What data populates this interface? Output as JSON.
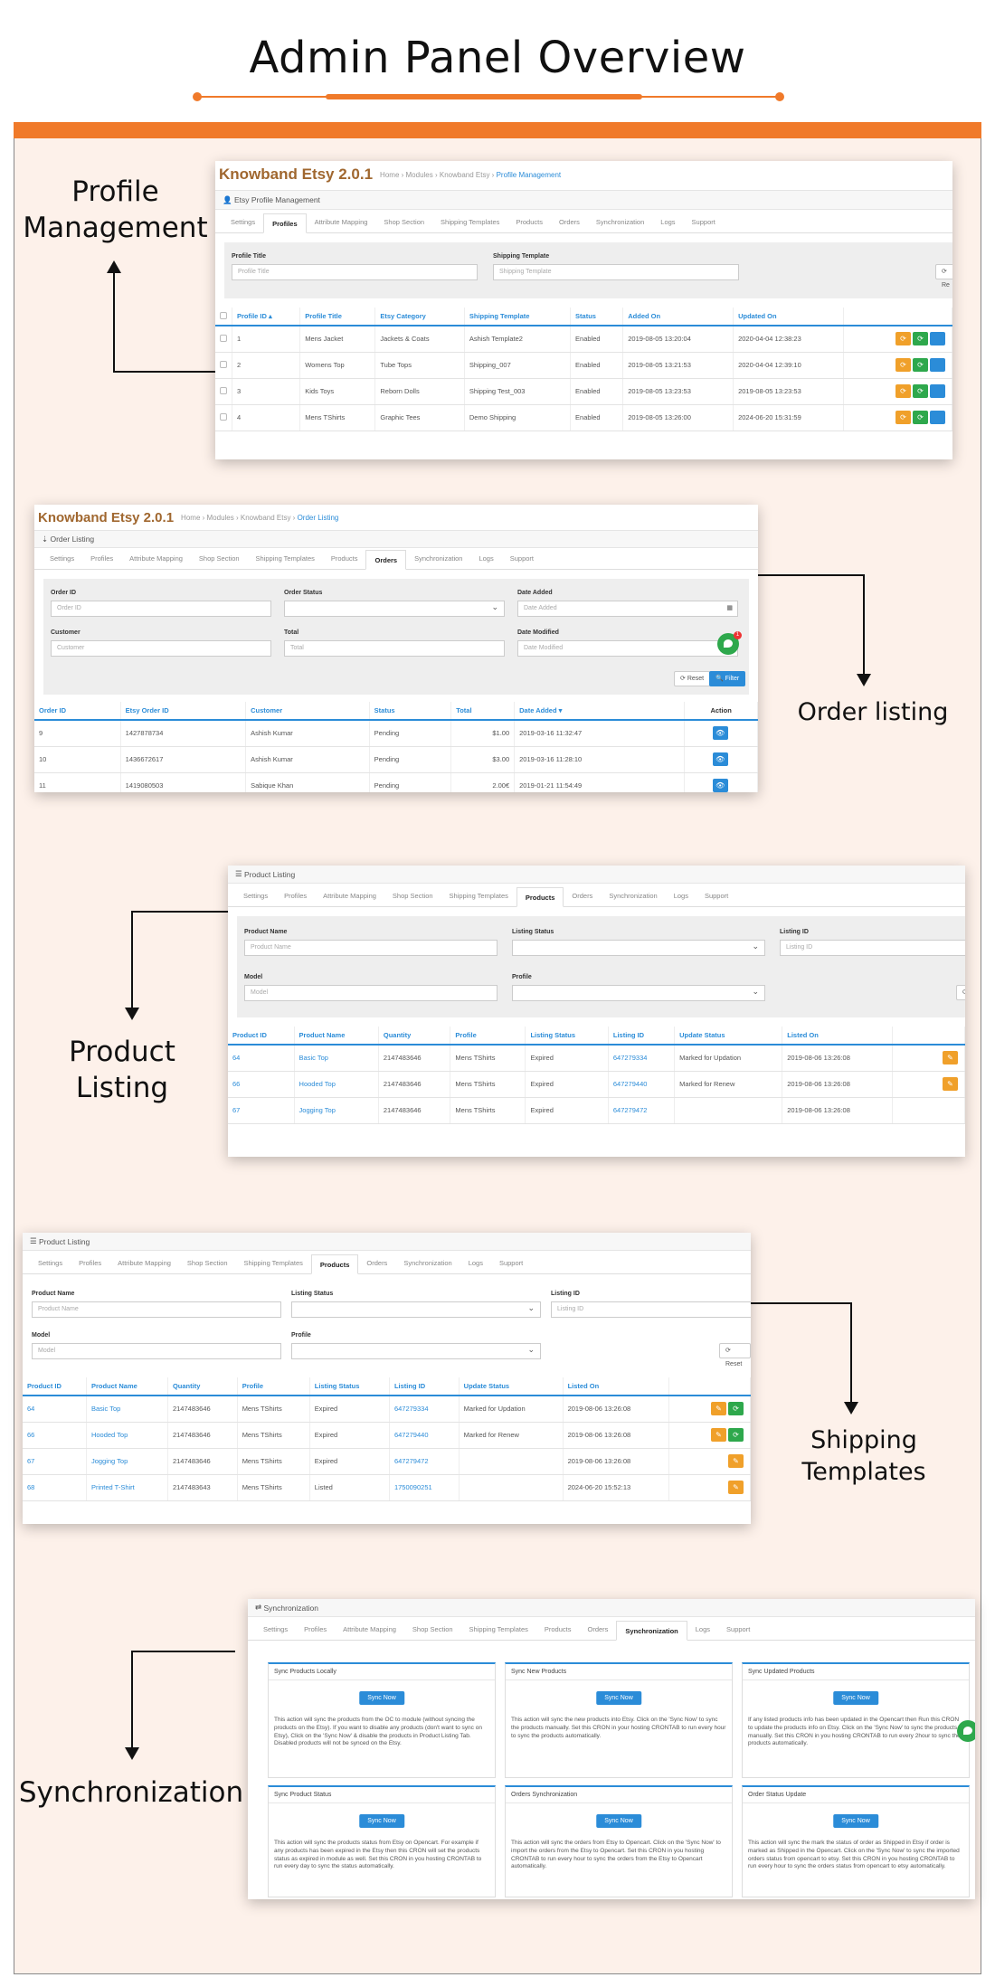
{
  "title": "Admin Panel Overview",
  "colors": {
    "accent": "#f07a2a",
    "link": "#2b8cd8",
    "brand": "#a0672f",
    "success": "#2ea84c",
    "warning": "#f0a02a"
  },
  "labels": {
    "profile_line1": "Profile",
    "profile_line2": "Management",
    "order": "Order listing",
    "product_line1": "Product",
    "product_line2": "Listing",
    "shipping_line1": "Shipping",
    "shipping_line2": "Templates",
    "sync": "Synchronization"
  },
  "tabs": [
    "Settings",
    "Profiles",
    "Attribute Mapping",
    "Shop Section",
    "Shipping Templates",
    "Products",
    "Orders",
    "Synchronization",
    "Logs",
    "Support"
  ],
  "shot1": {
    "brand": "Knowband Etsy 2.0.1",
    "crumb": [
      "Home",
      "Modules",
      "Knowband Etsy"
    ],
    "crumb_active": "Profile Management",
    "panel": "Etsy Profile Management",
    "filters": {
      "profile_title_label": "Profile Title",
      "profile_title_ph": "Profile Title",
      "shipping_label": "Shipping Template",
      "shipping_ph": "Shipping Template",
      "reset": "Re"
    },
    "columns": [
      "Profile ID ▴",
      "Profile Title",
      "Etsy Category",
      "Shipping Template",
      "Status",
      "Added On",
      "Updated On"
    ],
    "rows": [
      [
        "1",
        "Mens Jacket",
        "Jackets & Coats",
        "Ashish Template2",
        "Enabled",
        "2019-08-05 13:20:04",
        "2020-04-04 12:38:23"
      ],
      [
        "2",
        "Womens Top",
        "Tube Tops",
        "Shipping_007",
        "Enabled",
        "2019-08-05 13:21:53",
        "2020-04-04 12:39:10"
      ],
      [
        "3",
        "Kids Toys",
        "Reborn Dolls",
        "Shipping Test_003",
        "Enabled",
        "2019-08-05 13:23:53",
        "2019-08-05 13:23:53"
      ],
      [
        "4",
        "Mens TShirts",
        "Graphic Tees",
        "Demo Shipping",
        "Enabled",
        "2019-08-05 13:26:00",
        "2024-06-20 15:31:59"
      ]
    ]
  },
  "shot2": {
    "brand": "Knowband Etsy 2.0.1",
    "crumb": [
      "Home",
      "Modules",
      "Knowband Etsy"
    ],
    "crumb_active": "Order Listing",
    "panel": "Order Listing",
    "filters": {
      "order_id": "Order ID",
      "order_id_ph": "Order ID",
      "order_status": "Order Status",
      "date_added": "Date Added",
      "date_added_ph": "Date Added",
      "customer": "Customer",
      "customer_ph": "Customer",
      "total": "Total",
      "total_ph": "Total",
      "date_modified": "Date Modified",
      "date_modified_ph": "Date Modified",
      "reset": "Reset",
      "filter": "Filter"
    },
    "badge": "1",
    "columns": [
      "Order ID",
      "Etsy Order ID",
      "Customer",
      "Status",
      "Total",
      "Date Added ▾",
      "Action"
    ],
    "rows": [
      [
        "9",
        "1427878734",
        "Ashish Kumar",
        "Pending",
        "$1.00",
        "2019-03-16 11:32:47"
      ],
      [
        "10",
        "1436672617",
        "Ashish Kumar",
        "Pending",
        "$3.00",
        "2019-03-16 11:28:10"
      ],
      [
        "11",
        "1419080503",
        "Sabique Khan",
        "Pending",
        "2.00€",
        "2019-01-21 11:54:49"
      ]
    ]
  },
  "shot3": {
    "panel": "Product Listing",
    "filters": {
      "product_name": "Product Name",
      "product_name_ph": "Product Name",
      "listing_status": "Listing Status",
      "listing_id": "Listing ID",
      "listing_id_ph": "Listing ID",
      "model": "Model",
      "model_ph": "Model",
      "profile": "Profile",
      "reset": "Reset"
    },
    "columns": [
      "Product ID",
      "Product Name",
      "Quantity",
      "Profile",
      "Listing Status",
      "Listing ID",
      "Update Status",
      "Listed On"
    ],
    "rows": [
      [
        "64",
        "Basic Top",
        "2147483646",
        "Mens TShirts",
        "Expired",
        "647279334",
        "Marked for Updation",
        "2019-08-06 13:26:08"
      ],
      [
        "66",
        "Hooded Top",
        "2147483646",
        "Mens TShirts",
        "Expired",
        "647279440",
        "Marked for Renew",
        "2019-08-06 13:26:08"
      ],
      [
        "67",
        "Jogging Top",
        "2147483646",
        "Mens TShirts",
        "Expired",
        "647279472",
        "",
        "2019-08-06 13:26:08"
      ],
      [
        "68",
        "Printed T-Shirt",
        "2147483643",
        "Mens TShirts",
        "Listed",
        "1750090251",
        "",
        "2024-06-20 15:52:13"
      ]
    ]
  },
  "shot5": {
    "panel": "Synchronization",
    "cards": [
      {
        "title": "Sync Products Locally",
        "button": "Sync Now",
        "text": "This action will sync the products from the OC to module (without syncing the products on the Etsy). If you want to disable any products (don't want to sync on Etsy), Click on the 'Sync Now' & disable the products in Product Listing Tab. Disabled products will not be synced on the Etsy."
      },
      {
        "title": "Sync New Products",
        "button": "Sync Now",
        "text": "This action will sync the new products into Etsy. Click on the 'Sync Now' to sync the products manually. Set this CRON in your hosting CRONTAB to run every hour to sync the products automatically."
      },
      {
        "title": "Sync Updated Products",
        "button": "Sync Now",
        "text": "If any listed products info has been updated in the Opencart then Run this CRON to update the products info on Etsy. Click on the 'Sync Now' to sync the products manually. Set this CRON in you hosting CRONTAB to run every 2hour to sync the products automatically."
      },
      {
        "title": "Sync Product Status",
        "button": "Sync Now",
        "text": "This action will sync the products status from Etsy on Opencart. For example if any products has been expired in the Etsy then this CRON will set the products status as expired in module as well. Set this CRON in you hosting CRONTAB to run every day to sync the status automatically."
      },
      {
        "title": "Orders Synchronization",
        "button": "Sync Now",
        "text": "This action will sync the orders from Etsy to Opencart. Click on the 'Sync Now' to import the orders from the Etsy to Opencart. Set this CRON in you hosting CRONTAB to run every hour to sync the orders from the Etsy to Opencart automatically."
      },
      {
        "title": "Order Status Update",
        "button": "Sync Now",
        "text": "This action will sync the mark the status of order as Shipped in Etsy if order is marked as Shipped in the Opencart. Click on the 'Sync Now' to sync the imported orders status from opencart to etsy. Set this CRON in you hosting CRONTAB to run every hour to sync the orders status from opencart to etsy automatically."
      }
    ]
  }
}
